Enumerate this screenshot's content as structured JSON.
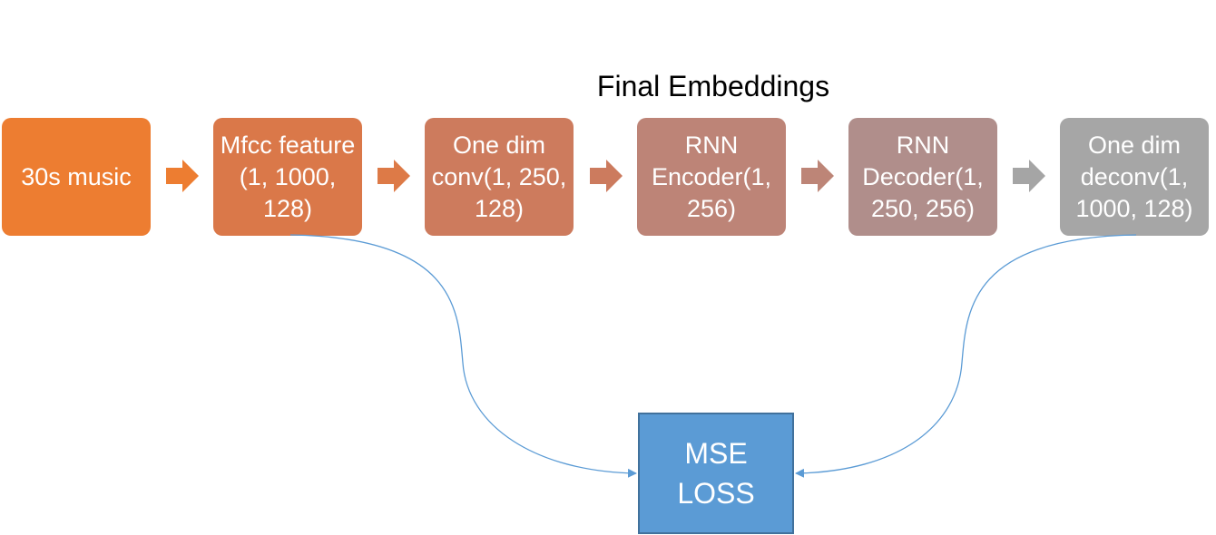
{
  "title": "Final Embeddings",
  "nodes": [
    {
      "label": "30s music",
      "color": "#ed7d31"
    },
    {
      "label": "Mfcc feature (1, 1000, 128)",
      "color": "#da7849"
    },
    {
      "label": "One dim conv(1, 250, 128)",
      "color": "#cd7b5d"
    },
    {
      "label": "RNN Encoder(1, 256)",
      "color": "#bd8477"
    },
    {
      "label": "RNN Decoder(1, 250, 256)",
      "color": "#b08e8b"
    },
    {
      "label": "One dim deconv(1, 1000, 128)",
      "color": "#a6a6a6"
    }
  ],
  "arrow_colors": [
    "#ed7d31",
    "#dd7a47",
    "#cc7b5e",
    "#bd8577",
    "#a5a5a5"
  ],
  "loss": {
    "label": "MSE LOSS",
    "color": "#5b9bd5",
    "border": "#41719c"
  },
  "connector_color": "#5b9bd5"
}
